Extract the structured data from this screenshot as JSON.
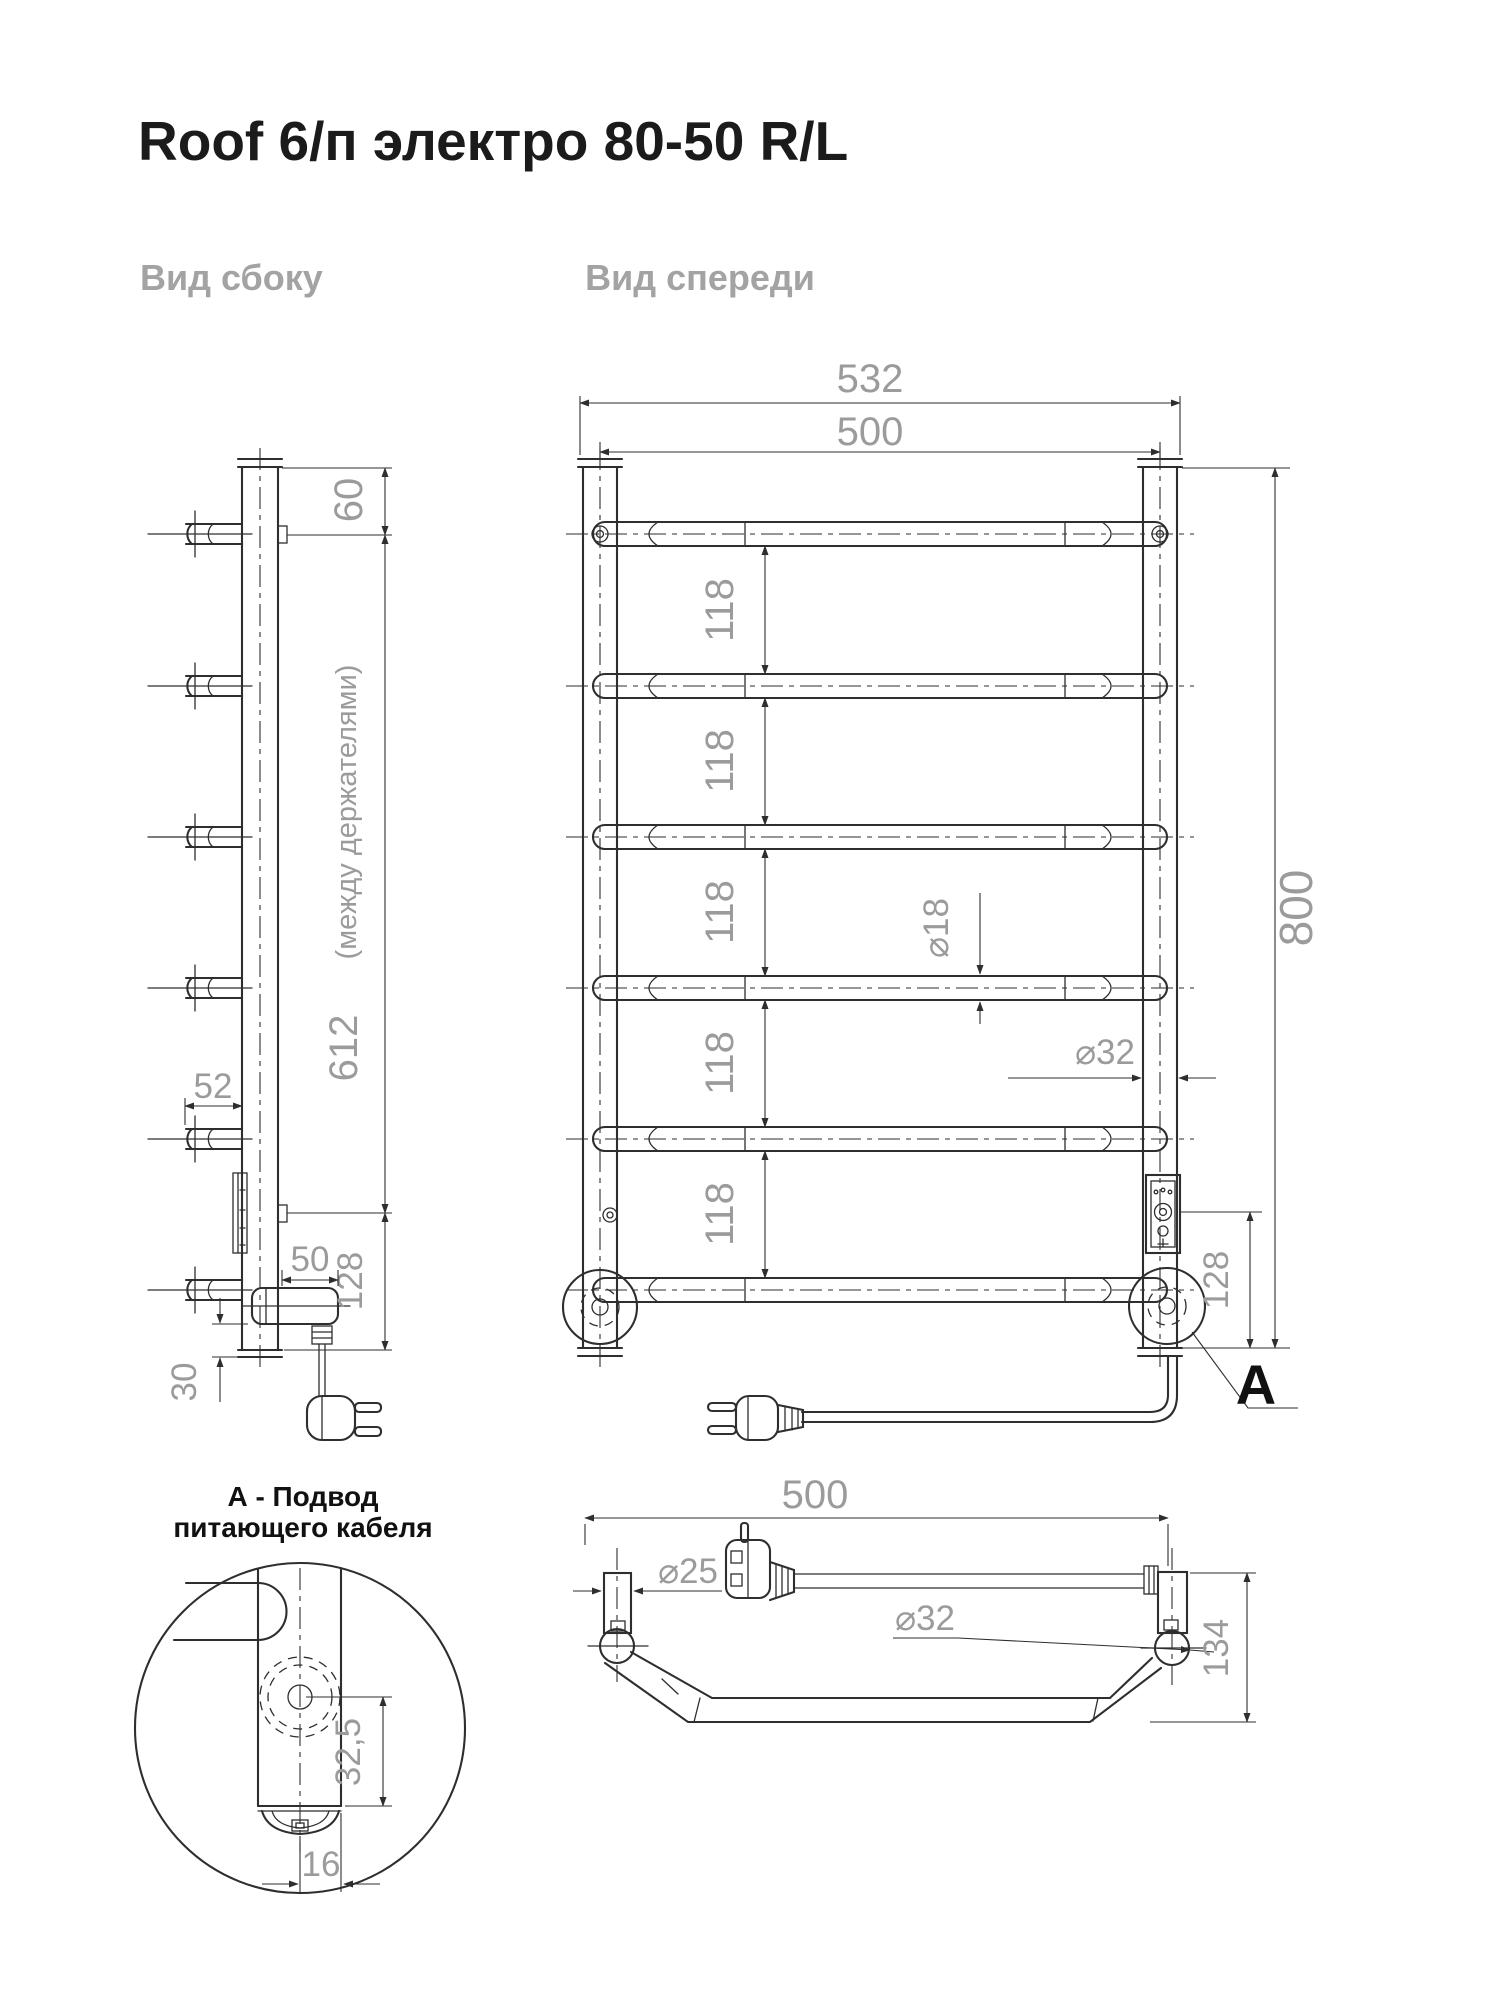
{
  "title": "Roof 6/п электро 80-50 R/L",
  "colors": {
    "line": "#2e2e2e",
    "dimension_text": "#9b9b9b",
    "view_label": "#a3a3a3",
    "title_text": "#1b1b1b",
    "background": "#ffffff"
  },
  "side_view": {
    "label": "Вид сбоку",
    "dim_top_offset": "60",
    "dim_between_holders": "612",
    "dim_between_holders_note": "(между держателями)",
    "dim_rung_stub": "52",
    "dim_heater_protrusion": "50",
    "dim_bottom_bracket": "128",
    "dim_bottom_gap": "30"
  },
  "front_view": {
    "label": "Вид спереди",
    "dim_overall_width": "532",
    "dim_axis_width": "500",
    "rung_spacings": [
      "118",
      "118",
      "118",
      "118",
      "118"
    ],
    "dim_height": "800",
    "dia_rung": "⌀18",
    "dia_post": "⌀32",
    "dim_bottom_bracket": "128",
    "detail_marker": "А"
  },
  "bottom_view": {
    "dim_axis_width": "500",
    "dia_rung": "⌀25",
    "dia_post": "⌀32",
    "dim_depth": "134"
  },
  "detail_view": {
    "label_line1": "А - Подвод",
    "label_line2": "питающего кабеля",
    "dim_cable_axis": "32,5",
    "dim_cable_offset": "16"
  }
}
